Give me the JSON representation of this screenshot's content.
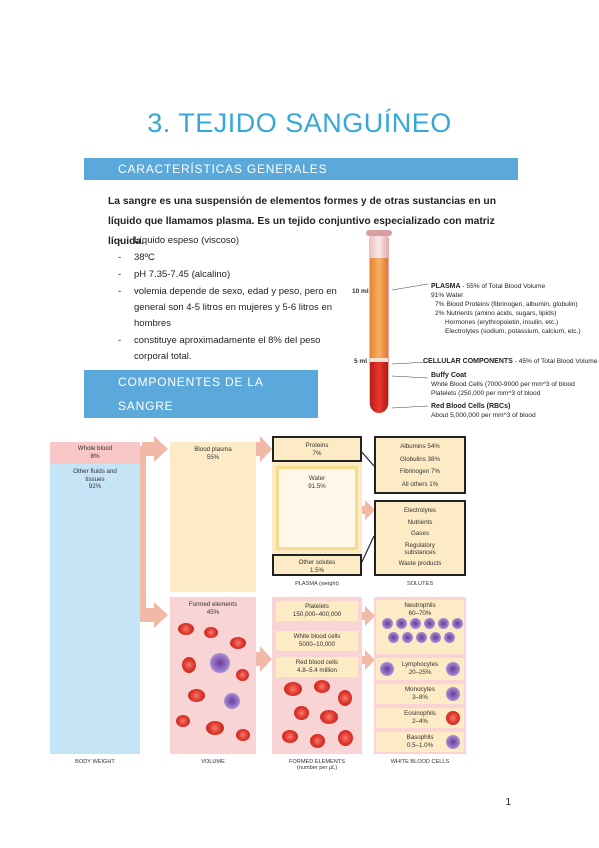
{
  "title": "3. TEJIDO SANGUÍNEO",
  "section1": "CARACTERÍSTICAS GENERALES",
  "intro": "La sangre es una suspensión de elementos formes y de otras sustancias en un líquido que llamamos plasma. Es un tejido conjuntivo especializado con matriz líquida.",
  "bullets": [
    "Líquido espeso (viscoso)",
    "38ºC",
    "pH 7.35-7.45 (alcalino)",
    "volemia depende de sexo, edad y peso, pero en general son 4-5 litros en mujeres y 5-6 litros en hombres",
    "constituye aproximadamente el 8% del peso corporal total."
  ],
  "section2": "COMPONENTES DE LA SANGRE",
  "tube": {
    "scale_10": "10 ml",
    "scale_5": "5 ml",
    "plasma_title": "PLASMA",
    "plasma_rest": " - 55% of Total Blood Volume",
    "plasma_lines": [
      "91% Water",
      "7% Blood Proteins (fibrinogen, albumin, globulin)",
      "2% Nutrients (amino acids, sugars, lipids)",
      "Hormones (erythropoietin, insulin, etc.)",
      "Electrolytes (sodium, potassium, calcium, etc.)"
    ],
    "cellular_title": "CELLULAR COMPONENTS",
    "cellular_rest": " - 45% of Total Blood Volume",
    "buffy_title": "Buffy Coat",
    "buffy_lines": [
      "White Blood Cells (7000-9000 per mm^3 of blood",
      "Platelets (250,000 per mm^3 of blood"
    ],
    "rbc_title": "Red Blood Cells (RBCs)",
    "rbc_line": "About 5,000,000 per mm^3 of blood",
    "colors": {
      "plasma": "#f5a25a",
      "cells": "#d42a22",
      "glass": "#f7d6d6"
    }
  },
  "diagram": {
    "body": {
      "blood": "Whole blood",
      "blood_pct": "8%",
      "other": "Other fluids and tissues",
      "other_pct": "92%",
      "caption": "BODY WEIGHT"
    },
    "volume": {
      "plasma": "Blood plasma",
      "plasma_pct": "55%",
      "formed": "Formed elements",
      "formed_pct": "45%",
      "caption": "VOLUME"
    },
    "plasma_weight": {
      "proteins": "Proteins",
      "proteins_pct": "7%",
      "water": "Water",
      "water_pct": "91.5%",
      "other": "Other solutes",
      "other_pct": "1.5%",
      "caption": "PLASMA (weight)"
    },
    "solutes": {
      "proteins": [
        "Albumins 54%",
        "Globulins 38%",
        "Fibrinogen 7%",
        "All others 1%"
      ],
      "others": [
        "Electrolytes",
        "Nutrients",
        "Gases",
        "Regulatory substances",
        "Waste products"
      ],
      "caption": "SOLUTES"
    },
    "formed": {
      "platelets": "Platelets",
      "platelets_val": "150,000–400,000",
      "wbc": "White blood cells",
      "wbc_val": "5000–10,000",
      "rbc": "Red blood cells",
      "rbc_val": "4.8–5.4 million",
      "caption": "FORMED ELEMENTS",
      "caption2": "(number per µL)"
    },
    "wbc_types": [
      {
        "name": "Neutrophils",
        "pct": "60–70%"
      },
      {
        "name": "Lymphocytes",
        "pct": "20–25%"
      },
      {
        "name": "Monocytes",
        "pct": "3–8%"
      },
      {
        "name": "Eosinophils",
        "pct": "2–4%"
      },
      {
        "name": "Basophils",
        "pct": "0.5–1.0%"
      }
    ],
    "wbc_caption": "WHITE BLOOD CELLS",
    "colors": {
      "blue": "#c5e4f6",
      "cream": "#fcebc4",
      "pink": "#f8d4d4",
      "arrow": "#f2b8a8"
    }
  },
  "page_number": "1"
}
